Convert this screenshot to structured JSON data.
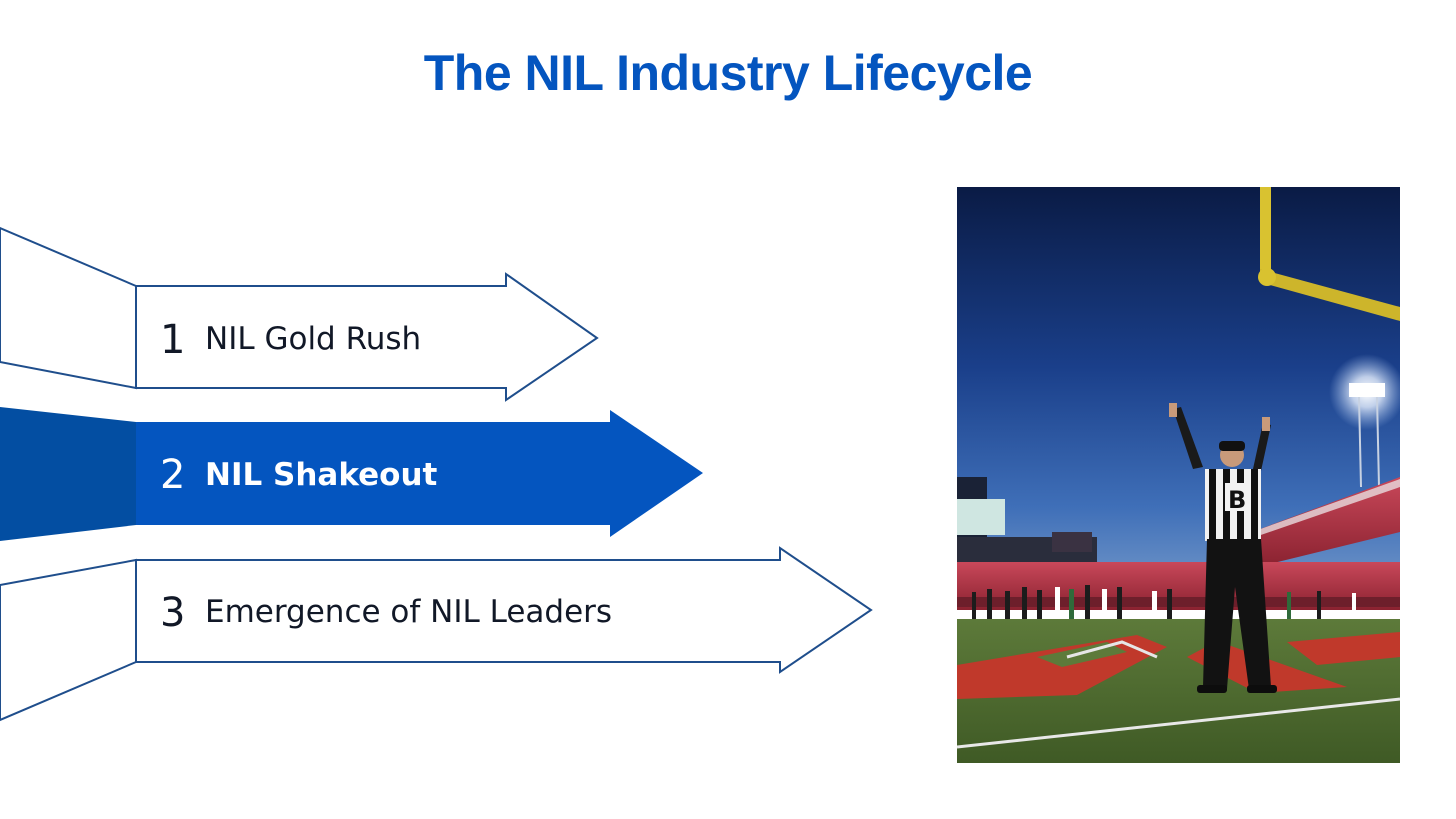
{
  "title": "The NIL Industry Lifecycle",
  "colors": {
    "primary_blue": "#0455bf",
    "dark_blue": "#034ea2",
    "outline_blue": "#1f4e8c",
    "text_dark": "#111827"
  },
  "steps": [
    {
      "number": "1",
      "label": "NIL Gold Rush",
      "highlighted": false
    },
    {
      "number": "2",
      "label": "NIL Shakeout",
      "highlighted": true
    },
    {
      "number": "3",
      "label": "Emergence of NIL Leaders",
      "highlighted": false
    }
  ],
  "photo": {
    "subject": "football-referee-signaling-touchdown",
    "jersey_letter": "B"
  }
}
